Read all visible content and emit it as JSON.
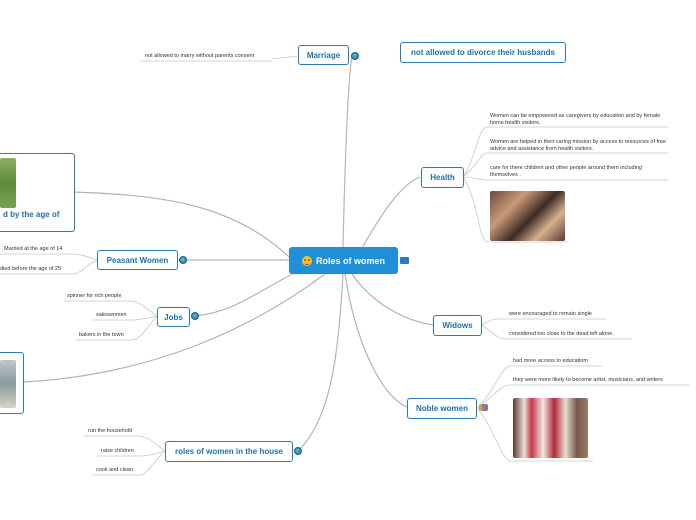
{
  "central": {
    "title": "Roles of women",
    "emoji": "smiling-face-with-heart-eyes-icon"
  },
  "marriage": {
    "label": "Marriage",
    "note": "not allowed to marry without parents consent"
  },
  "divorce": {
    "label": "not allowed to divorce their husbands"
  },
  "health": {
    "label": "Health",
    "notes": [
      "Women can be empowered as caregivers by education and by female home health visitors.",
      "Women are helped in their caring mission by access to resources of  free advice and assistance from health visitors.",
      "care for there children and other people around them including themselves ."
    ]
  },
  "partial_left": {
    "label": "d by the age of"
  },
  "peasant": {
    "label": "Peasant Women",
    "notes": [
      "Married at the age of 14",
      "died before the age of 25"
    ]
  },
  "jobs": {
    "label": "Jobs",
    "notes": [
      "spinner for rich people",
      "saleswomen",
      "bakers in the town"
    ]
  },
  "widows": {
    "label": "Widows",
    "notes": [
      "were encouraged to remain single",
      "considered too close to the dead left alone."
    ]
  },
  "noble": {
    "label": "Noble women",
    "notes": [
      "had more access to educatiom",
      "they were more likely to become artist, musicians, and writers"
    ]
  },
  "house": {
    "label": "roles of women in the house",
    "notes": [
      "run the household",
      "raise children",
      "cook and clean"
    ]
  }
}
